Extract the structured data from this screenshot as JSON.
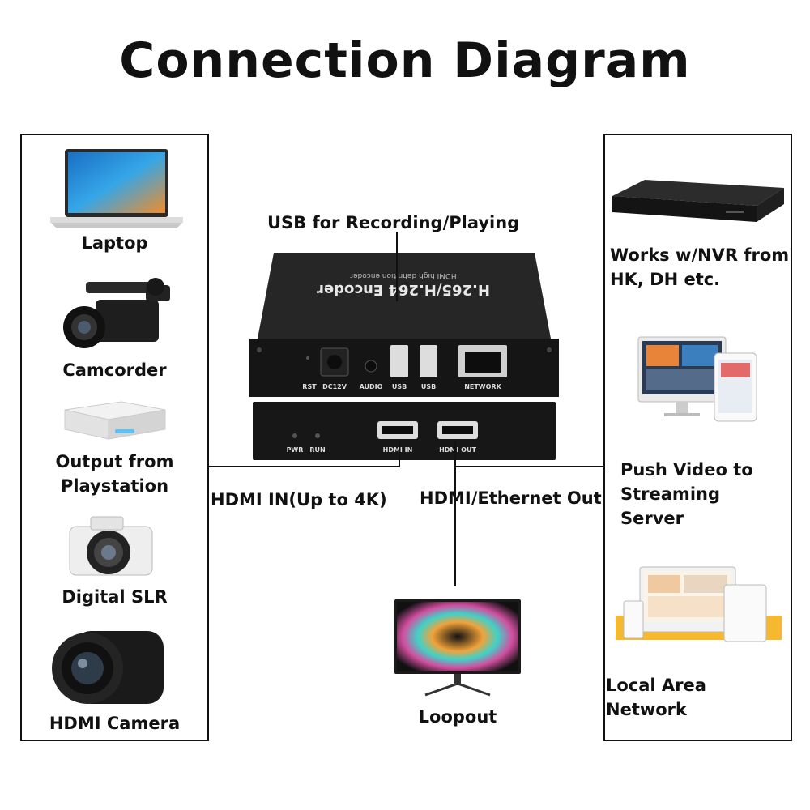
{
  "title": "Connection Diagram",
  "left_panel": {
    "items": [
      {
        "label": "Laptop",
        "icon": "laptop-icon"
      },
      {
        "label": "Camcorder",
        "icon": "camcorder-icon"
      },
      {
        "label": "Output from Playstation",
        "icon": "playstation-icon"
      },
      {
        "label": "Digital SLR",
        "icon": "dslr-camera-icon"
      },
      {
        "label": "HDMI Camera",
        "icon": "hdmi-camera-icon"
      }
    ]
  },
  "right_panel": {
    "items": [
      {
        "label": "Works w/NVR from HK, DH etc.",
        "icon": "nvr-icon"
      },
      {
        "label": "Push Video to Streaming Server",
        "icon": "streaming-devices-icon"
      },
      {
        "label": "Local Area Network",
        "icon": "lan-devices-icon"
      }
    ]
  },
  "encoder": {
    "top_text": "H.265/H.264 Encoder",
    "sub_text": "HDMI high definition encoder",
    "ports": [
      "RST",
      "DC12V",
      "AUDIO",
      "USB",
      "USB",
      "NETWORK"
    ],
    "front_ports": [
      "PWR",
      "RUN",
      "HDMI IN",
      "HDMI OUT"
    ]
  },
  "connections": {
    "usb_label": "USB for Recording/Playing",
    "hdmi_in_label": "HDMI IN(Up to 4K)",
    "hdmi_out_label": "HDMI/Ethernet Out",
    "loopout_label": "Loopout"
  },
  "colors": {
    "line": "#111111",
    "device_body": "#1a1a1a",
    "accent_orange": "#f5a623",
    "screen_blue": "#2d8fdc"
  }
}
